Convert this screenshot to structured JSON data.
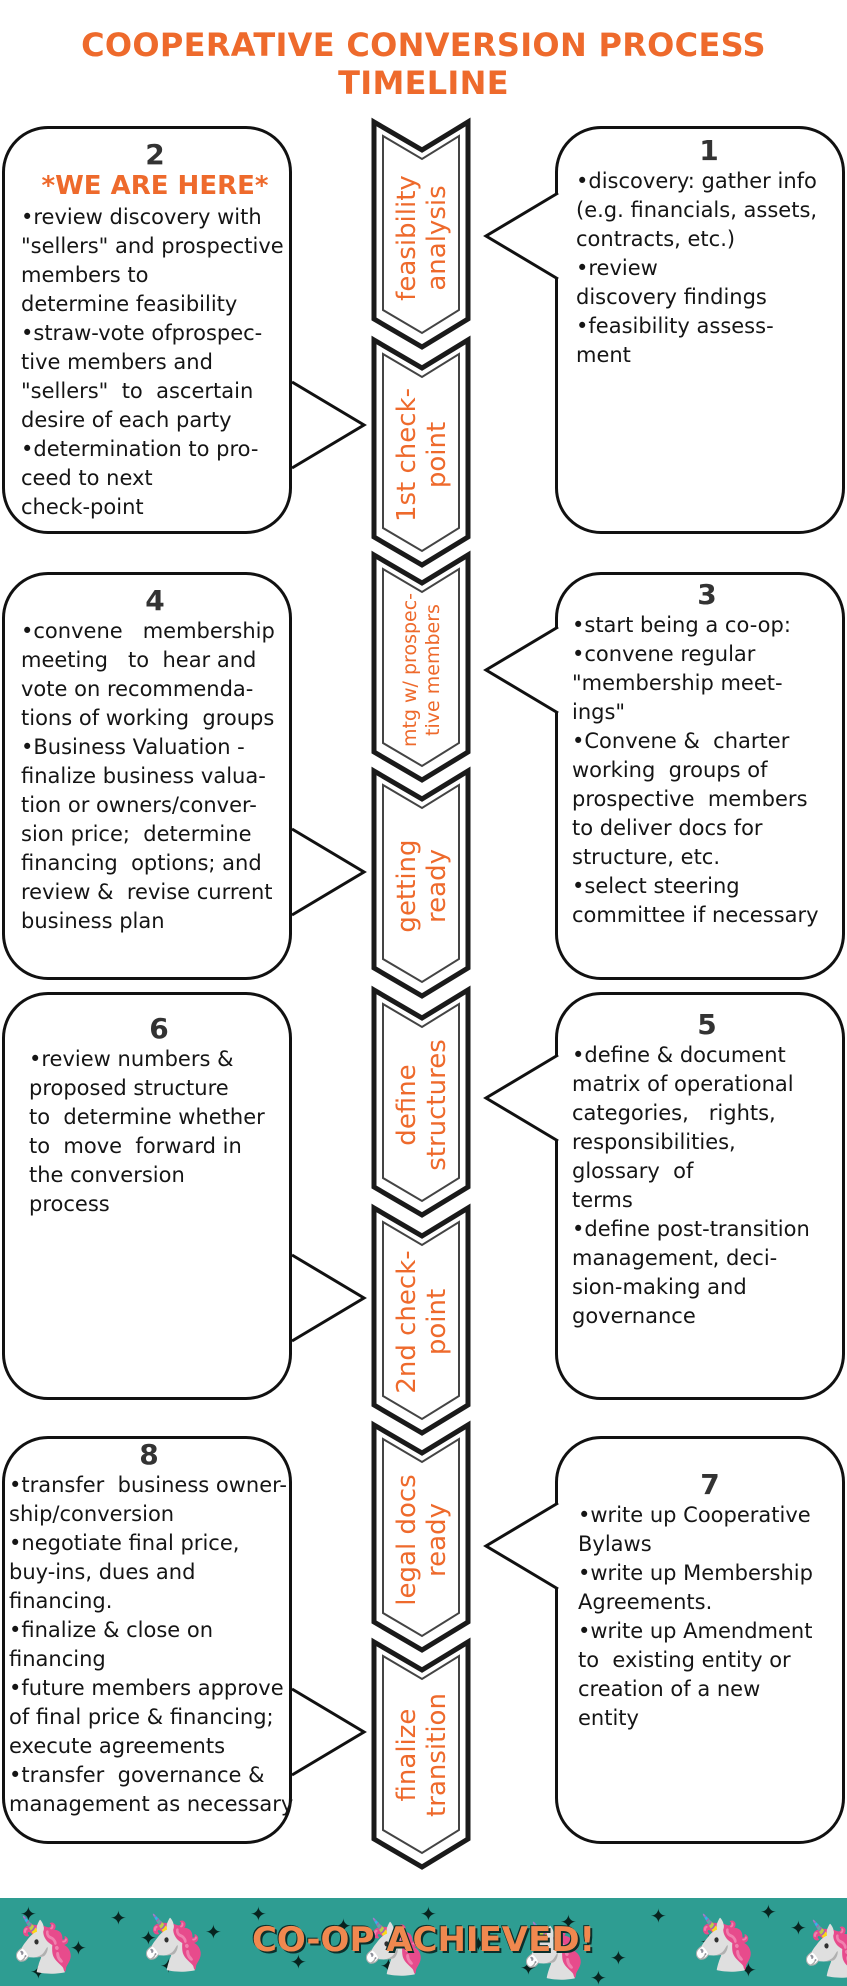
{
  "title": "COOPERATIVE CONVERSION PROCESS TIMELINE",
  "stages": [
    {
      "label": "feasibility\nanalysis"
    },
    {
      "label": "1st check-\npoint"
    },
    {
      "label": "mtg w/ prospec-\ntive members"
    },
    {
      "label": "getting\nready"
    },
    {
      "label": "define\nstructures"
    },
    {
      "label": "2nd check-\npoint"
    },
    {
      "label": "legal docs\nready"
    },
    {
      "label": "finalize\ntransition"
    }
  ],
  "steps": [
    {
      "number": "1",
      "lines": [
        "•discovery: gather info",
        "(e.g. financials, assets,",
        "contracts, etc.)",
        "•review",
        "discovery findings",
        "•feasibility assess-",
        "ment"
      ]
    },
    {
      "number": "2",
      "highlight": "*WE ARE HERE*",
      "lines": [
        "•review discovery with",
        "\"sellers\" and prospective",
        "members to",
        "determine feasibility",
        "•straw-vote ofprospec-",
        "tive members and",
        "\"sellers\"  to  ascertain",
        "desire of each party",
        "•determination to pro-",
        "ceed to next",
        "check-point"
      ]
    },
    {
      "number": "3",
      "lines": [
        "•start being a co-op:",
        "•convene regular",
        "\"membership meet-",
        "ings\"",
        "•Convene &  charter",
        "working  groups of",
        "prospective  members",
        "to deliver docs for",
        "structure, etc.",
        "•select steering",
        "committee if necessary"
      ]
    },
    {
      "number": "4",
      "lines": [
        "•convene   membership",
        "meeting   to  hear and",
        "vote on recommenda-",
        "tions of working  groups",
        "•Business Valuation -",
        "finalize business valua-",
        "tion or owners/conver-",
        "sion price;  determine",
        "financing  options; and",
        "review &  revise current",
        "business plan"
      ]
    },
    {
      "number": "5",
      "lines": [
        "•define & document",
        "matrix of operational",
        "categories,   rights,",
        "responsibilities,",
        "glossary  of",
        "terms",
        "•define post-transition",
        "management, deci-",
        "sion-making and",
        "governance"
      ]
    },
    {
      "number": "6",
      "lines": [
        "•review numbers &",
        "proposed structure",
        "to  determine whether",
        "to  move  forward in",
        "the conversion",
        "process"
      ]
    },
    {
      "number": "7",
      "lines": [
        "•write up Cooperative",
        "Bylaws",
        "•write up Membership",
        "Agreements.",
        "•write up Amendment",
        "to  existing entity or",
        "creation of a new",
        "entity"
      ]
    },
    {
      "number": "8",
      "lines": [
        "•transfer  business owner-",
        "ship/conversion",
        "•negotiate final price,",
        "buy-ins, dues and",
        "financing.",
        "•finalize & close on",
        "financing",
        "•future members approve",
        "of final price & financing;",
        "execute agreements",
        "•transfer  governance &",
        "management as necessary"
      ]
    }
  ],
  "footer": {
    "text": "CO-OP ACHIEVED!",
    "background": "#2e9d92"
  },
  "colors": {
    "accent": "#ee6a2c",
    "outline": "#111111"
  }
}
